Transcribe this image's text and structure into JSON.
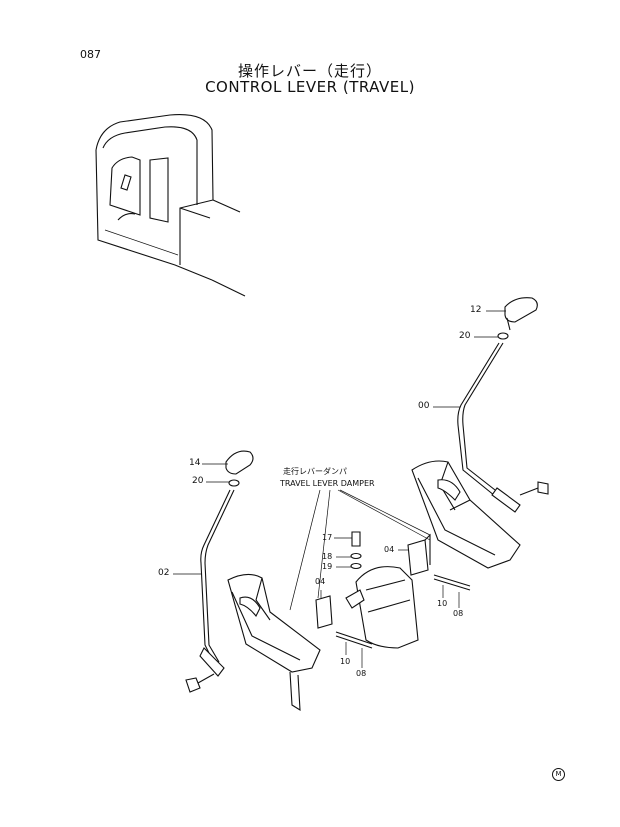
{
  "page_number": "087",
  "title_jp": "操作レバー（走行）",
  "title_en": "CONTROL LEVER (TRAVEL)",
  "callout": {
    "jp": "走行レバーダンパ",
    "en": "TRAVEL LEVER DAMPER"
  },
  "part_labels": {
    "p12": "12",
    "p20a": "20",
    "p00": "00",
    "p14": "14",
    "p20b": "20",
    "p02": "02",
    "p17": "17",
    "p18": "18",
    "p19": "19",
    "p04a": "04",
    "p04b": "04",
    "p10a": "10",
    "p08a": "08",
    "p10b": "10",
    "p08b": "08"
  },
  "corner_mark": "M"
}
